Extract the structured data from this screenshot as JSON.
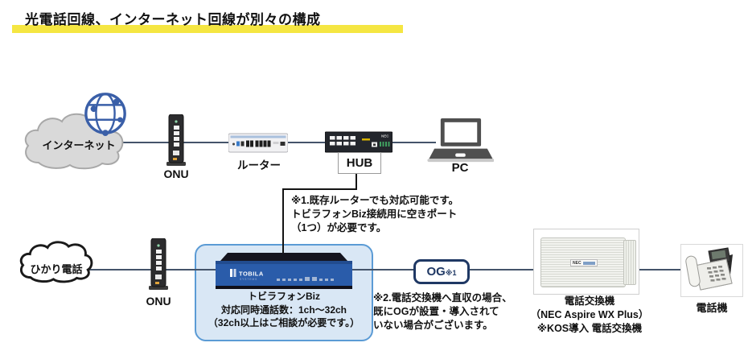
{
  "title": "光電話回線、インターネット回線が別々の構成",
  "colors": {
    "highlight": "#f5e642",
    "line": "#44546a",
    "tobira_box_border": "#5b9bd5",
    "og_border": "#1f3864"
  },
  "top_row": {
    "cloud_label": "インターネット",
    "onu_label": "ONU",
    "router_label": "ルーター",
    "hub_label": "HUB",
    "hub_brand": "NEC",
    "pc_label": "PC"
  },
  "bottom_row": {
    "cloud_label": "ひかり電話",
    "onu_label": "ONU",
    "tobira": {
      "brand": "TOBILA",
      "brand_sub": "SYSTEMS",
      "line1": "トビラフォンBiz",
      "line2": "対応同時通話数：1ch～32ch",
      "line3": "（32ch以上はご相談が必要です。）"
    },
    "og": {
      "label": "OG",
      "sup": "※1"
    },
    "pbx": {
      "brand": "NEC",
      "line1": "電話交換機",
      "line2": "（NEC Aspire WX Plus）",
      "line3": "※KOS導入 電話交換機"
    },
    "phone_label": "電話機"
  },
  "notes": {
    "note1": [
      "※1.既存ルーターでも対応可能です。",
      "トビラフォンBiz接続用に空きポート",
      "（1つ）が必要です。"
    ],
    "note2": [
      "※2.電話交換機へ直収の場合、",
      "既にOGが設置・導入されて",
      "いない場合がございます。"
    ]
  }
}
